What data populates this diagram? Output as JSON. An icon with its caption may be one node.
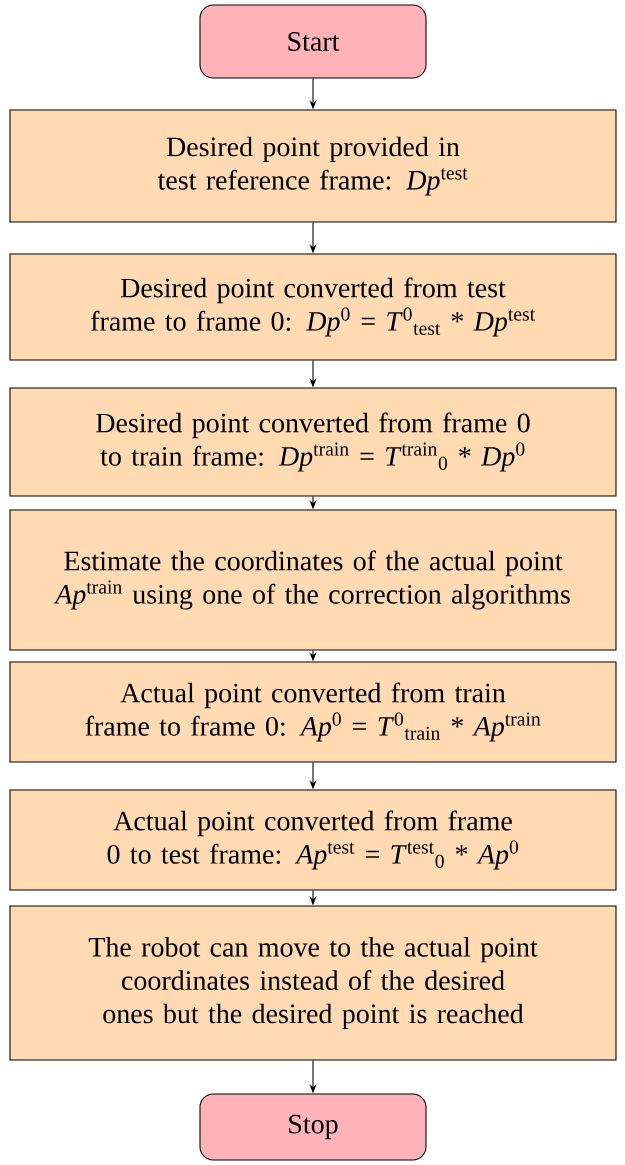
{
  "diagram": {
    "nodes": [
      {
        "text": [
          "Start"
        ]
      },
      {
        "text": [
          "Desired point provided in test reference frame: *Dp*$^{test}$"
        ]
      },
      {
        "text": [
          "Desired point converted from test frame to frame 0: *Dp*$^{0}$ = *T*$^{0}$$_{test}$ * *Dp*$^{test}$"
        ]
      },
      {
        "text": [
          "Desired point converted from frame 0 to train frame: *Dp*$^{train}$ = *T*$^{train}$$_{0}$ * *Dp*$^{0}$"
        ]
      },
      {
        "text": [
          "Estimate the coordinates of the actual point *Ap*$^{train}$ using one of the correction algorithms"
        ]
      },
      {
        "text": [
          "Actual point converted from train frame to frame 0: *Ap*$^{0}$ = *T*$^{0}$$_{train}$ * *Ap*$^{train}$"
        ]
      },
      {
        "text": [
          "Actual point converted from frame 0 to test frame: *Ap*$^{test}$ = *T*$^{test}$$_{0}$ * *Ap*$^{0}$"
        ]
      },
      {
        "text": [
          "The robot can move to the actual point coordinates instead of the desired ones but the desired point is reached"
        ]
      },
      {
        "text": [
          "Stop"
        ]
      }
    ],
    "edges": [
      {
        "from": 0,
        "to": 1,
        "arrow": "to"
      },
      {
        "from": 1,
        "to": 2,
        "arrow": "to"
      },
      {
        "from": 2,
        "to": 3,
        "arrow": "to"
      },
      {
        "from": 3,
        "to": 4,
        "arrow": "to"
      },
      {
        "from": 4,
        "to": 5,
        "arrow": "to"
      },
      {
        "from": 5,
        "to": 6,
        "arrow": "to"
      },
      {
        "from": 6,
        "to": 7,
        "arrow": "to"
      },
      {
        "from": 7,
        "to": 8,
        "arrow": "to"
      }
    ]
  }
}
